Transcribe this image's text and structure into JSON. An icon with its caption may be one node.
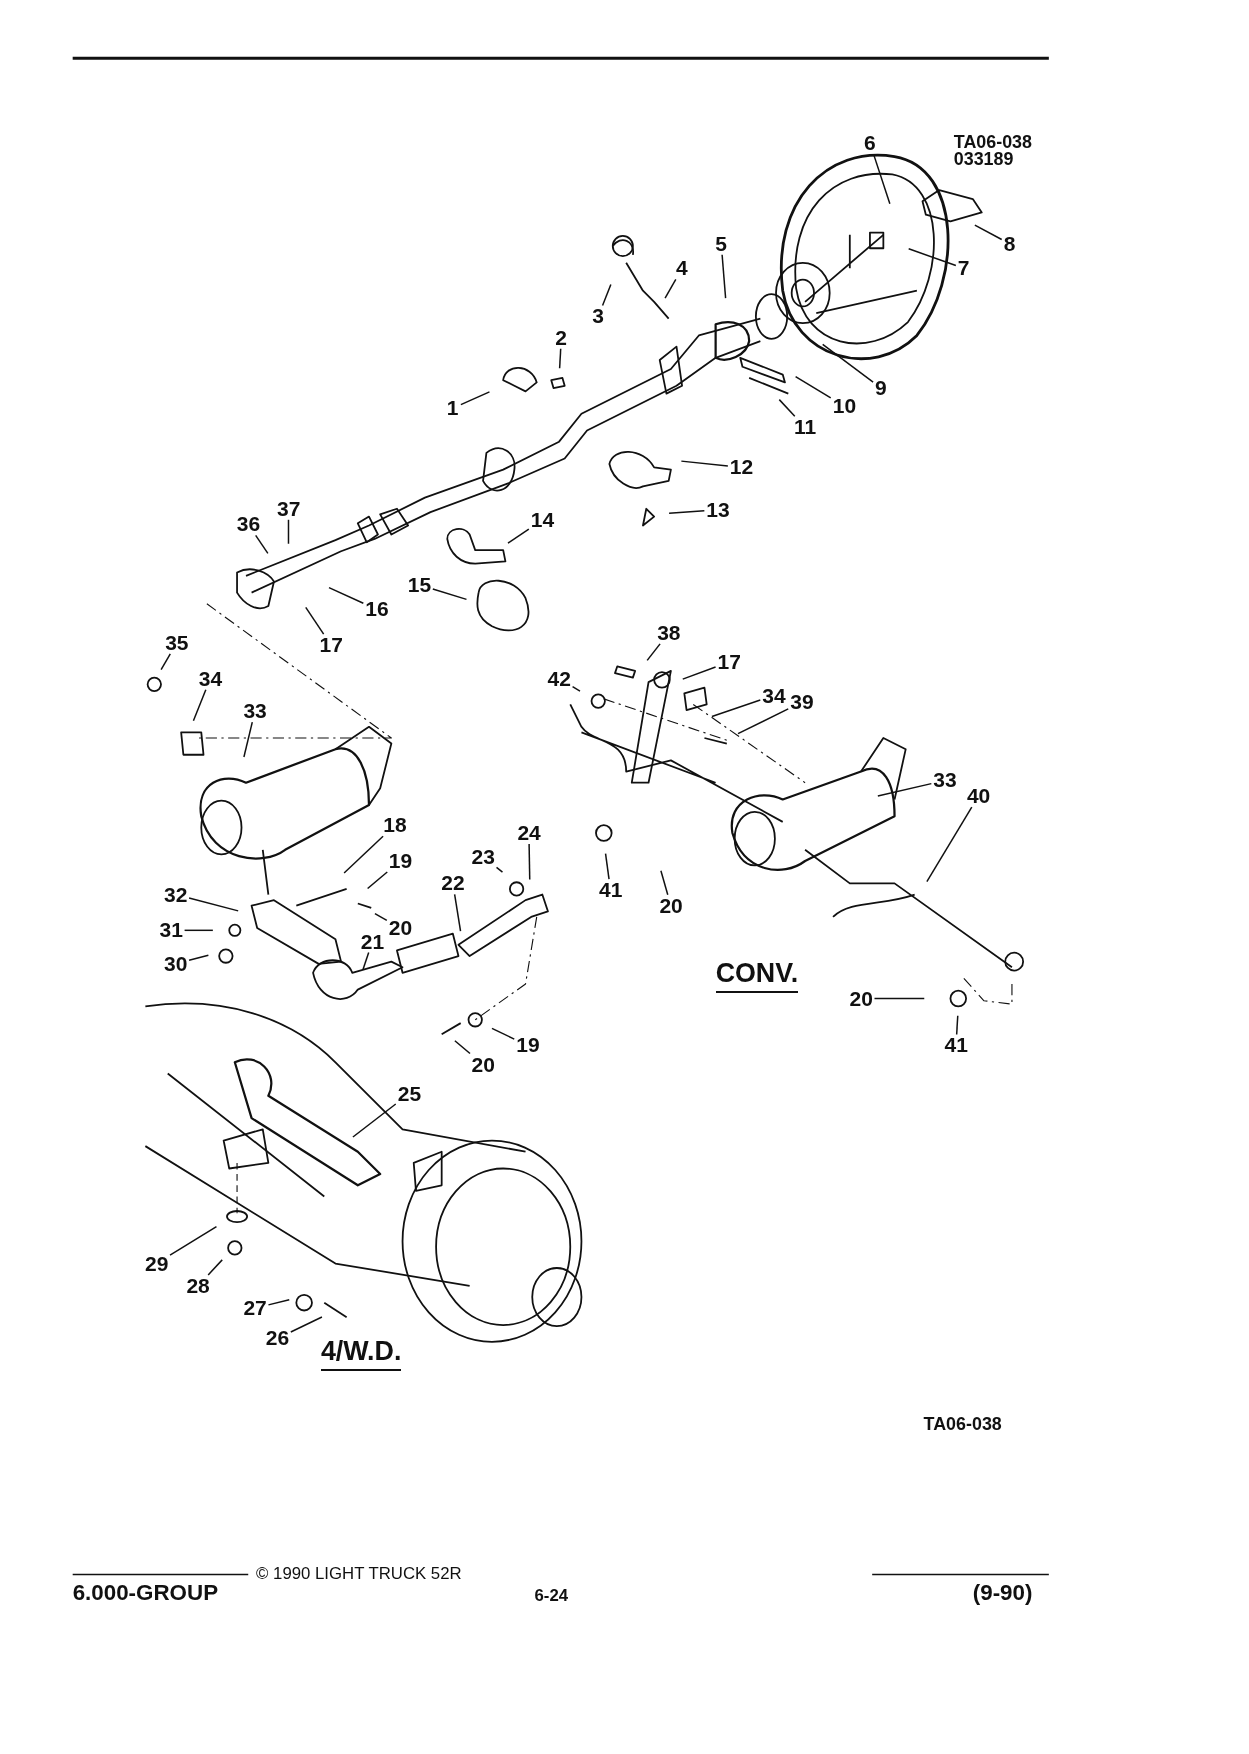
{
  "diagram": {
    "nodes": [
      {
        "text": [
          "6"
        ]
      },
      {
        "text": [
          "8"
        ]
      },
      {
        "text": [
          "7"
        ]
      },
      {
        "text": [
          "5"
        ]
      },
      {
        "text": [
          "4"
        ]
      },
      {
        "text": [
          "3"
        ]
      },
      {
        "text": [
          "2"
        ]
      },
      {
        "text": [
          "1"
        ]
      },
      {
        "text": [
          "9"
        ]
      },
      {
        "text": [
          "10"
        ]
      },
      {
        "text": [
          "11"
        ]
      },
      {
        "text": [
          "12"
        ]
      },
      {
        "text": [
          "13"
        ]
      },
      {
        "text": [
          "14"
        ]
      },
      {
        "text": [
          "37"
        ]
      },
      {
        "text": [
          "36"
        ]
      },
      {
        "text": [
          "15"
        ]
      },
      {
        "text": [
          "16"
        ]
      },
      {
        "text": [
          "17"
        ]
      },
      {
        "text": [
          "35"
        ]
      },
      {
        "text": [
          "34"
        ]
      },
      {
        "text": [
          "33"
        ]
      },
      {
        "text": [
          "38"
        ]
      },
      {
        "text": [
          "17"
        ]
      },
      {
        "text": [
          "34"
        ]
      },
      {
        "text": [
          "42"
        ]
      },
      {
        "text": [
          "39"
        ]
      },
      {
        "text": [
          "33"
        ]
      },
      {
        "text": [
          "40"
        ]
      },
      {
        "text": [
          "41"
        ]
      },
      {
        "text": [
          "20"
        ]
      },
      {
        "text": [
          "18"
        ]
      },
      {
        "text": [
          "19"
        ]
      },
      {
        "text": [
          "20"
        ]
      },
      {
        "text": [
          "22"
        ]
      },
      {
        "text": [
          "23"
        ]
      },
      {
        "text": [
          "24"
        ]
      },
      {
        "text": [
          "21"
        ]
      },
      {
        "text": [
          "32"
        ]
      },
      {
        "text": [
          "31"
        ]
      },
      {
        "text": [
          "30"
        ]
      },
      {
        "text": [
          "19"
        ]
      },
      {
        "text": [
          "20"
        ]
      },
      {
        "text": [
          "20"
        ]
      },
      {
        "text": [
          "41"
        ]
      },
      {
        "text": [
          "25"
        ]
      },
      {
        "text": [
          "29"
        ]
      },
      {
        "text": [
          "28"
        ]
      },
      {
        "text": [
          "27"
        ]
      },
      {
        "text": [
          "26"
        ]
      }
    ],
    "edges": [
      {
        "from": 0,
        "to": null,
        "arrow": "none"
      },
      {
        "from": 1,
        "to": null,
        "arrow": "none"
      },
      {
        "from": 2,
        "to": null,
        "arrow": "none"
      },
      {
        "from": 3,
        "to": null,
        "arrow": "none"
      },
      {
        "from": 4,
        "to": null,
        "arrow": "none"
      },
      {
        "from": 5,
        "to": null,
        "arrow": "none"
      },
      {
        "from": 6,
        "to": null,
        "arrow": "none"
      },
      {
        "from": 7,
        "to": null,
        "arrow": "none"
      },
      {
        "from": 8,
        "to": null,
        "arrow": "none"
      },
      {
        "from": 9,
        "to": null,
        "arrow": "none"
      },
      {
        "from": 10,
        "to": null,
        "arrow": "none"
      },
      {
        "from": 11,
        "to": null,
        "arrow": "none"
      },
      {
        "from": 12,
        "to": null,
        "arrow": "none"
      },
      {
        "from": 13,
        "to": null,
        "arrow": "none"
      },
      {
        "from": 14,
        "to": null,
        "arrow": "none"
      },
      {
        "from": 15,
        "to": null,
        "arrow": "none"
      },
      {
        "from": 16,
        "to": null,
        "arrow": "none"
      },
      {
        "from": 17,
        "to": null,
        "arrow": "none"
      },
      {
        "from": 18,
        "to": null,
        "arrow": "none"
      },
      {
        "from": 19,
        "to": null,
        "arrow": "none"
      },
      {
        "from": 20,
        "to": null,
        "arrow": "none"
      },
      {
        "from": 21,
        "to": null,
        "arrow": "none"
      },
      {
        "from": 22,
        "to": null,
        "arrow": "none"
      },
      {
        "from": 23,
        "to": null,
        "arrow": "none"
      },
      {
        "from": 24,
        "to": null,
        "arrow": "none"
      },
      {
        "from": 25,
        "to": null,
        "arrow": "none"
      },
      {
        "from": 26,
        "to": null,
        "arrow": "none"
      },
      {
        "from": 27,
        "to": null,
        "arrow": "none"
      },
      {
        "from": 28,
        "to": null,
        "arrow": "none"
      },
      {
        "from": 29,
        "to": null,
        "arrow": "none"
      },
      {
        "from": 30,
        "to": null,
        "arrow": "none"
      },
      {
        "from": 31,
        "to": null,
        "arrow": "none"
      },
      {
        "from": 32,
        "to": null,
        "arrow": "none"
      },
      {
        "from": 33,
        "to": null,
        "arrow": "none"
      },
      {
        "from": 34,
        "to": null,
        "arrow": "none"
      },
      {
        "from": 35,
        "to": null,
        "arrow": "none"
      },
      {
        "from": 36,
        "to": null,
        "arrow": "none"
      },
      {
        "from": 37,
        "to": null,
        "arrow": "none"
      },
      {
        "from": 38,
        "to": null,
        "arrow": "none"
      },
      {
        "from": 39,
        "to": null,
        "arrow": "none"
      },
      {
        "from": 40,
        "to": null,
        "arrow": "none"
      },
      {
        "from": 41,
        "to": null,
        "arrow": "none"
      },
      {
        "from": 42,
        "to": null,
        "arrow": "none"
      },
      {
        "from": 43,
        "to": null,
        "arrow": "none"
      },
      {
        "from": 44,
        "to": null,
        "arrow": "none"
      },
      {
        "from": 45,
        "to": null,
        "arrow": "none"
      },
      {
        "from": 46,
        "to": null,
        "arrow": "none"
      },
      {
        "from": 47,
        "to": null,
        "arrow": "none"
      },
      {
        "from": 48,
        "to": null,
        "arrow": "none"
      },
      {
        "from": 49,
        "to": null,
        "arrow": "none"
      }
    ],
    "labels": [
      "TA06-038",
      "033189",
      "CONV.",
      "4/W.D.",
      "TA06-038",
      "© 1990 LIGHT TRUCK 52R",
      "6.000-GROUP",
      "6-24",
      "(9-90)"
    ]
  }
}
